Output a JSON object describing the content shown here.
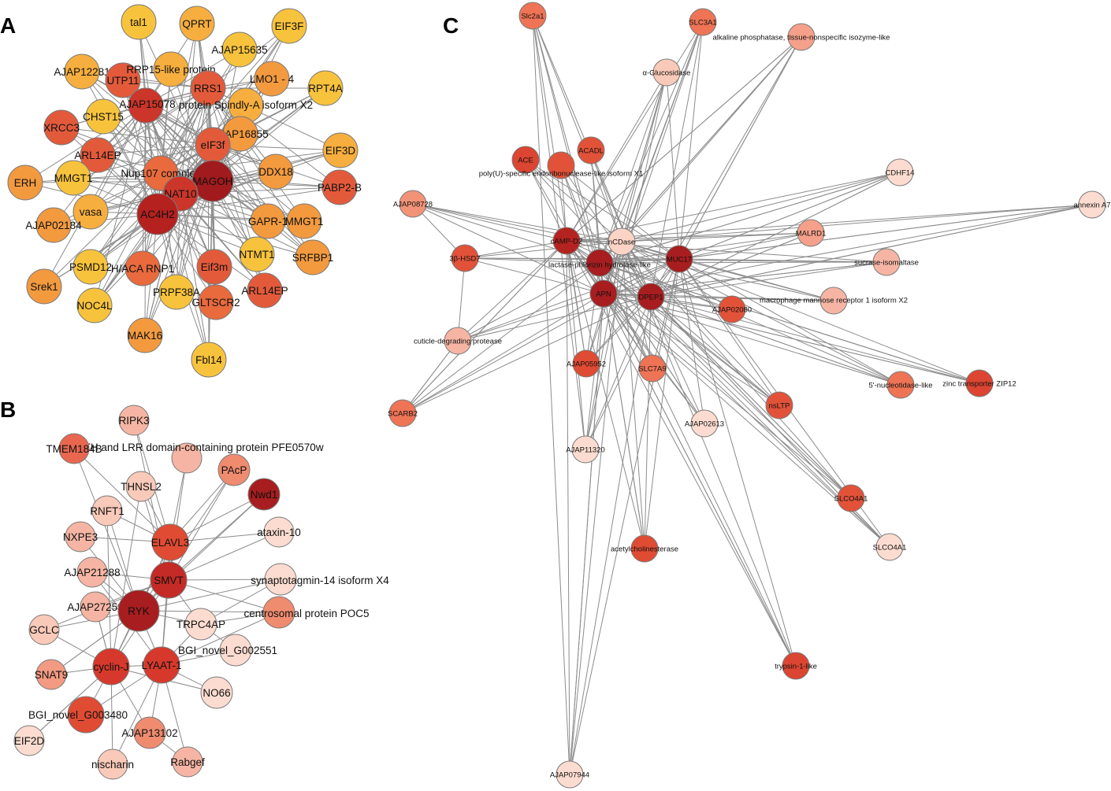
{
  "figure": {
    "panels": [
      {
        "letter": "A",
        "nodes": [
          {
            "label": "tal1",
            "color": "#f8c33c"
          },
          {
            "label": "QPRT",
            "color": "#f6ae3e"
          },
          {
            "label": "EIF3F",
            "color": "#f8c33c"
          },
          {
            "label": "AJAP15635",
            "color": "#f8c33c"
          },
          {
            "label": "AJAP12281",
            "color": "#f6ae3e"
          },
          {
            "label": "UTP11",
            "color": "#e35a3b"
          },
          {
            "label": "RRP15-like protein",
            "color": "#f6ae3e"
          },
          {
            "label": "LMO1 - 4",
            "color": "#f39a3f"
          },
          {
            "label": "RPT4A",
            "color": "#f8c33c"
          },
          {
            "label": "RRS1",
            "color": "#e35a3b"
          },
          {
            "label": "AJAP15078",
            "color": "#cc3529"
          },
          {
            "label": "protein Spindly-A isoform X2",
            "color": "#f6ae3e"
          },
          {
            "label": "CHST15",
            "color": "#f8c33c"
          },
          {
            "label": "XRCC3",
            "color": "#e35a3b"
          },
          {
            "label": "AJAP16855",
            "color": "#f39a3f"
          },
          {
            "label": "eIF3f",
            "color": "#e35a3b"
          },
          {
            "label": "ARL14EP",
            "color": "#e35a3b"
          },
          {
            "label": "EIF3D",
            "color": "#f6ae3e"
          },
          {
            "label": "ERH",
            "color": "#f39a3f"
          },
          {
            "label": "MMGT1",
            "color": "#f8c33c"
          },
          {
            "label": "Nup107 complex",
            "color": "#e86a3d"
          },
          {
            "label": "MAGOH",
            "color": "#a11a1d"
          },
          {
            "label": "DDX18",
            "color": "#f39a3f"
          },
          {
            "label": "PABP2-B",
            "color": "#e35a3b"
          },
          {
            "label": "NAT10",
            "color": "#cc3529"
          },
          {
            "label": "vasa",
            "color": "#f6ae3e"
          },
          {
            "label": "AC4H2",
            "color": "#b4211f"
          },
          {
            "label": "AJAP02184",
            "color": "#f39a3f"
          },
          {
            "label": "GAPR-1",
            "color": "#f39a3f"
          },
          {
            "label": "MMGT1",
            "color": "#f39a3f"
          },
          {
            "label": "NTMT1",
            "color": "#f8c33c"
          },
          {
            "label": "SRFBP1",
            "color": "#f39a3f"
          },
          {
            "label": "PSMD12",
            "color": "#f8c33c"
          },
          {
            "label": "H/ACA RNP1",
            "color": "#e86a3d"
          },
          {
            "label": "Eif3m",
            "color": "#e35a3b"
          },
          {
            "label": "ARL14EP",
            "color": "#e35a3b"
          },
          {
            "label": "Srek1",
            "color": "#f39a3f"
          },
          {
            "label": "NOC4L",
            "color": "#f8c33c"
          },
          {
            "label": "PRPF38A",
            "color": "#f8c33c"
          },
          {
            "label": "GLTSCR2",
            "color": "#e86a3d"
          },
          {
            "label": "MAK16",
            "color": "#f39a3f"
          },
          {
            "label": "Fbl14",
            "color": "#f8c33c"
          }
        ]
      },
      {
        "letter": "B",
        "nodes": [
          {
            "label": "RIPK3",
            "color": "#f6b5a4"
          },
          {
            "label": "MATH and LRR domain-containing protein PFE0570w",
            "color": "#f6b5a4"
          },
          {
            "label": "TMEM184B",
            "color": "#e9674f"
          },
          {
            "label": "PAcP",
            "color": "#ef8b6f"
          },
          {
            "label": "THNSL2",
            "color": "#f9c9b9"
          },
          {
            "label": "Nwd1",
            "color": "#a81d1f"
          },
          {
            "label": "RNFT1",
            "color": "#f9c9b9"
          },
          {
            "label": "ataxin-10",
            "color": "#fcdcd0"
          },
          {
            "label": "NXPE3",
            "color": "#f6b5a4"
          },
          {
            "label": "ELAVL3",
            "color": "#e04b33"
          },
          {
            "label": "AJAP21288",
            "color": "#f6b5a4"
          },
          {
            "label": "SMVT",
            "color": "#c42b26"
          },
          {
            "label": "synaptotagmin-14 isoform X4",
            "color": "#fcdcd0"
          },
          {
            "label": "AJAP27258",
            "color": "#f6b5a4"
          },
          {
            "label": "RYK",
            "color": "#a81d1f"
          },
          {
            "label": "centrosomal protein POC5",
            "color": "#ef8b6f"
          },
          {
            "label": "TRPC4AP",
            "color": "#fcdcd0"
          },
          {
            "label": "GCLC",
            "color": "#f9c9b9"
          },
          {
            "label": "BGI_novel_G002551",
            "color": "#fcdcd0"
          },
          {
            "label": "cyclin-J",
            "color": "#d6392c"
          },
          {
            "label": "LYAAT-1",
            "color": "#d6392c"
          },
          {
            "label": "SNAT9",
            "color": "#f29a82"
          },
          {
            "label": "NO66",
            "color": "#fcdcd0"
          },
          {
            "label": "BGI_novel_G003480",
            "color": "#e04b33"
          },
          {
            "label": "AJAP13102",
            "color": "#ef8b6f"
          },
          {
            "label": "EIF2D",
            "color": "#fcdcd0"
          },
          {
            "label": "nischarin",
            "color": "#f9c9b9"
          },
          {
            "label": "Rabgef",
            "color": "#f6b5a4"
          }
        ]
      },
      {
        "letter": "C",
        "nodes": [
          {
            "label": "Slc2a1",
            "color": "#ee7455"
          },
          {
            "label": "SLC3A1",
            "color": "#ee7455"
          },
          {
            "label": "alkaline phosphatase, tissue-nonspecific isozyme-like",
            "color": "#f4a08a"
          },
          {
            "label": "α-Glucosidase",
            "color": "#f9cab9"
          },
          {
            "label": "ACE",
            "color": "#dc4531"
          },
          {
            "label": "ACADL",
            "color": "#e25239"
          },
          {
            "label": "poly(U)-specific endoribonuclease-like isoform X1",
            "color": "#e25239"
          },
          {
            "label": "CDHF14",
            "color": "#fcdcd0"
          },
          {
            "label": "AJAP08728",
            "color": "#f29378"
          },
          {
            "label": "annexin A7",
            "color": "#fcdcd0"
          },
          {
            "label": "cAMP-D2",
            "color": "#b52320"
          },
          {
            "label": "nCDase",
            "color": "#fcd4c6"
          },
          {
            "label": "MALRD1",
            "color": "#f4a08a"
          },
          {
            "label": "3β-HSD7",
            "color": "#e25239"
          },
          {
            "label": "lactase-phlorizin hydrolase-like",
            "color": "#a81d1f"
          },
          {
            "label": "MUC17",
            "color": "#a81d1f"
          },
          {
            "label": "sucrase-isomaltase",
            "color": "#f6b5a4"
          },
          {
            "label": "APN",
            "color": "#a81d1f"
          },
          {
            "label": "DPEP1",
            "color": "#a81d1f"
          },
          {
            "label": "macrophage mannose receptor 1 isoform X2",
            "color": "#f6b5a4"
          },
          {
            "label": "AJAP02080",
            "color": "#e25239"
          },
          {
            "label": "cuticle-degrading protease",
            "color": "#f6b5a4"
          },
          {
            "label": "AJAP05952",
            "color": "#e04b33"
          },
          {
            "label": "SLC7A9",
            "color": "#ee7455"
          },
          {
            "label": "5'-nucleotidase-like",
            "color": "#ee7455"
          },
          {
            "label": "zinc transporter ZIP12",
            "color": "#dc4531"
          },
          {
            "label": "SCARB2",
            "color": "#ee7455"
          },
          {
            "label": "nsLTP",
            "color": "#e25239"
          },
          {
            "label": "AJAP02613",
            "color": "#fcdcd0"
          },
          {
            "label": "AJAP11320",
            "color": "#fcdcd0"
          },
          {
            "label": "SLCO4A1",
            "color": "#e25239"
          },
          {
            "label": "SLCO4A1",
            "color": "#fcdcd0"
          },
          {
            "label": "acetylcholinesterase",
            "color": "#e04b33"
          },
          {
            "label": "trypsin-1-like",
            "color": "#dc4531"
          },
          {
            "label": "AJAP07944",
            "color": "#fcdcd0"
          }
        ]
      }
    ]
  }
}
